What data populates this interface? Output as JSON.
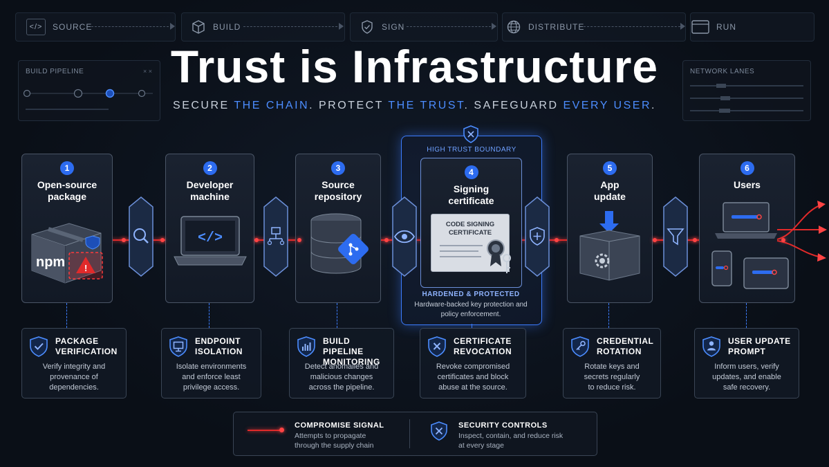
{
  "stages": [
    {
      "label": "SOURCE",
      "icon": "code-icon"
    },
    {
      "label": "BUILD",
      "icon": "cube-icon"
    },
    {
      "label": "SIGN",
      "icon": "shield-check-icon"
    },
    {
      "label": "DISTRIBUTE",
      "icon": "globe-icon"
    },
    {
      "label": "RUN",
      "icon": "window-icon"
    }
  ],
  "panels": {
    "left_title": "BUILD PIPELINE",
    "right_title": "NETWORK LANES"
  },
  "header": {
    "title": "Trust is Infrastructure",
    "subtitle": [
      "SECURE ",
      "THE CHAIN",
      ". PROTECT ",
      "THE TRUST",
      ". SAFEGUARD ",
      "EVERY USER",
      "."
    ]
  },
  "cards": [
    {
      "num": "1",
      "name": "Open-source\npackage",
      "npm_label": "npm"
    },
    {
      "num": "2",
      "name": "Developer\nmachine",
      "code_glyph": "</>"
    },
    {
      "num": "3",
      "name": "Source\nrepository"
    },
    {
      "num": "4",
      "name": "Signing\ncertificate",
      "cert_text": "CODE SIGNING\nCERTIFICATE"
    },
    {
      "num": "5",
      "name": "App\nupdate"
    },
    {
      "num": "6",
      "name": "Users"
    }
  ],
  "trust": {
    "label": "HIGH TRUST BOUNDARY",
    "hardened": "HARDENED & PROTECTED",
    "hardened_desc": "Hardware-backed key protection and policy enforcement."
  },
  "controls": [
    {
      "title": "PACKAGE\nVERIFICATION",
      "desc": "Verify integrity and\nprovenance of\ndependencies.",
      "icon": "shield-check-icon"
    },
    {
      "title": "ENDPOINT\nISOLATION",
      "desc": "Isolate environments\nand enforce least\nprivilege access.",
      "icon": "monitor-icon"
    },
    {
      "title": "BUILD PIPELINE\nMONITORING",
      "desc": "Detect anomalies and\nmalicious changes\nacross the pipeline.",
      "icon": "bar-chart-icon"
    },
    {
      "title": "CERTIFICATE\nREVOCATION",
      "desc": "Revoke compromised\ncertificates and block\nabuse at the source.",
      "icon": "shield-x-icon"
    },
    {
      "title": "CREDENTIAL\nROTATION",
      "desc": "Rotate keys and\nsecrets regularly\nto reduce risk.",
      "icon": "key-icon"
    },
    {
      "title": "USER UPDATE\nPROMPT",
      "desc": "Inform users, verify\nupdates, and enable\nsafe recovery.",
      "icon": "user-icon"
    }
  ],
  "legend": {
    "signal_title": "COMPROMISE SIGNAL",
    "signal_desc": "Attempts to propagate\nthrough the supply chain",
    "controls_title": "SECURITY CONTROLS",
    "controls_desc": "Inspect, contain, and reduce risk\nat every stage"
  },
  "colors": {
    "accent": "#2d6cf0",
    "signal": "#e12a2a",
    "background": "#0a0f17"
  }
}
